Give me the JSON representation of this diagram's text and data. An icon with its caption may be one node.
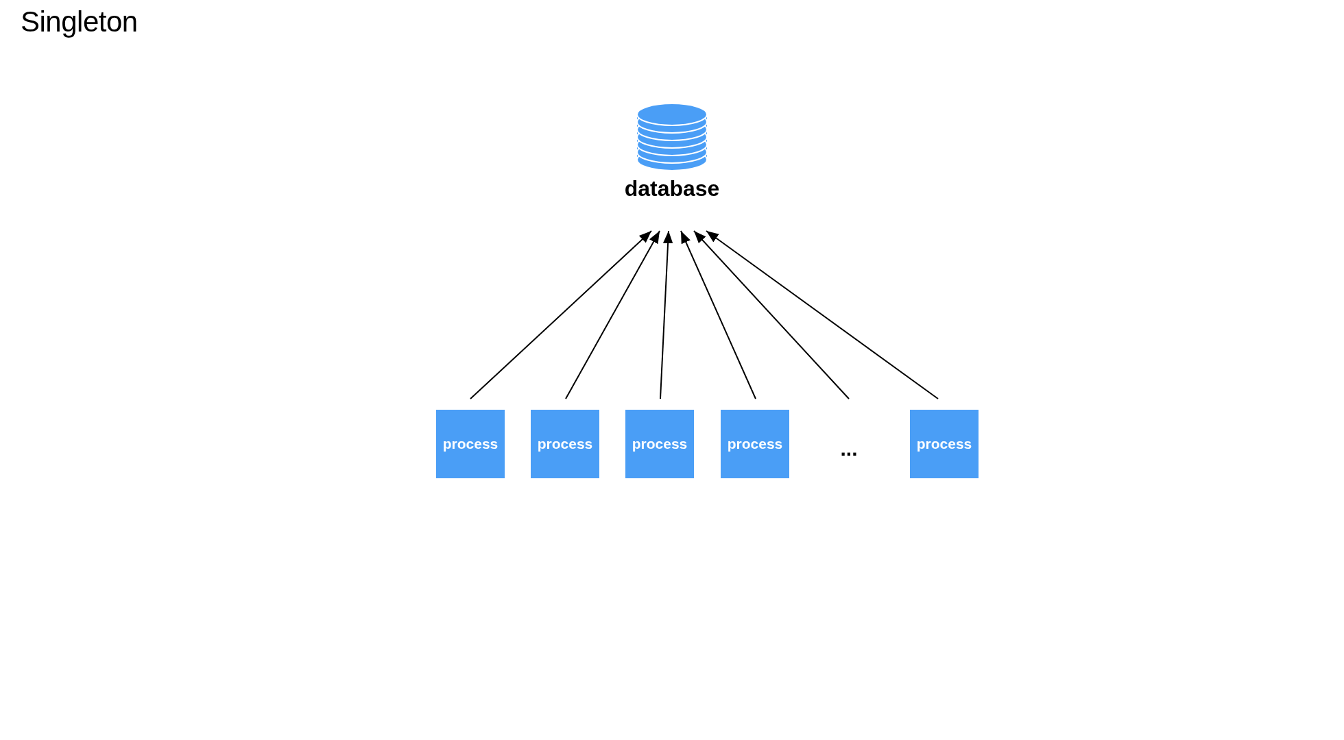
{
  "diagram": {
    "title": "Singleton",
    "nodes": [
      {
        "text": [
          "database"
        ]
      },
      {
        "text": [
          "process"
        ]
      },
      {
        "text": [
          "process"
        ]
      },
      {
        "text": [
          "process"
        ]
      },
      {
        "text": [
          "process"
        ]
      },
      {
        "text": [
          "..."
        ]
      },
      {
        "text": [
          "process"
        ]
      }
    ],
    "edges": [
      {
        "from": 1,
        "to": 0,
        "arrow": "to"
      },
      {
        "from": 2,
        "to": 0,
        "arrow": "to"
      },
      {
        "from": 3,
        "to": 0,
        "arrow": "to"
      },
      {
        "from": 4,
        "to": 0,
        "arrow": "to"
      },
      {
        "from": 5,
        "to": 0,
        "arrow": "to"
      },
      {
        "from": 6,
        "to": 0,
        "arrow": "to"
      }
    ]
  }
}
